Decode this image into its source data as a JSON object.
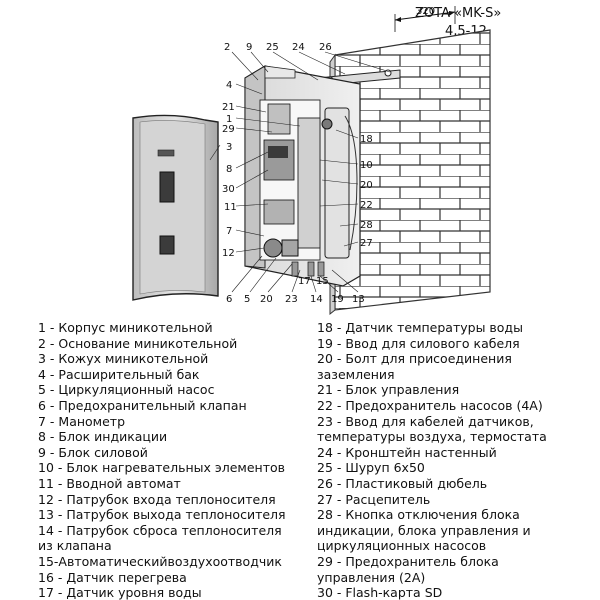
{
  "title": "ZOTA «MK-S»",
  "subtitle": "4,5-12",
  "dimension": "320",
  "callouts": {
    "c2": "2",
    "c9": "9",
    "c25": "25",
    "c24": "24",
    "c26": "26",
    "c4": "4",
    "c21": "21",
    "c1": "1",
    "c29": "29",
    "c3": "3",
    "c8": "8",
    "c30": "30",
    "c11": "11",
    "c7": "7",
    "c12": "12",
    "c18": "18",
    "c10": "10",
    "c20r": "20",
    "c22": "22",
    "c28": "28",
    "c27": "27",
    "b6": "6",
    "b5": "5",
    "b20": "20",
    "b23": "23",
    "b14": "14",
    "b19": "19",
    "b13": "13",
    "b17": "17",
    "b15": "15"
  },
  "legend_left": [
    "1 - Корпус миникотельной",
    "2 - Основание миникотельной",
    "3 - Кожух миникотельной",
    "4 - Расширительный бак",
    "5 - Циркуляционный насос",
    "6 - Предохранительный клапан",
    "7 - Манометр",
    "8 - Блок индикации",
    "9 - Блок силовой",
    "10 - Блок нагревательных элементов",
    "11 - Вводной автомат",
    "12 - Патрубок входа теплоносителя",
    "13 - Патрубок выхода теплоносителя",
    "14 - Патрубок сброса теплоносителя",
    "из клапана",
    "15-Автоматическийвоздухоотводчик",
    "16 - Датчик перегрева",
    "17 - Датчик уровня воды"
  ],
  "legend_right": [
    "18 - Датчик температуры воды",
    "19 - Ввод для силового кабеля",
    "20 - Болт для присоединения",
    "заземления",
    "21 - Блок управления",
    "22 - Предохранитель насосов (4А)",
    "23 - Ввод для кабелей датчиков,",
    "температуры воздуха, термостата",
    "24 - Кронштейн настенный",
    "25 - Шуруп 6х50",
    "26 - Пластиковый дюбель",
    "27 - Расцепитель",
    "28 - Кнопка отключения блока",
    "индикации, блока управления и",
    "циркуляционных насосов",
    "29 - Предохранитель блока",
    "управления (2А)",
    "30 - Flash-карта SD"
  ]
}
